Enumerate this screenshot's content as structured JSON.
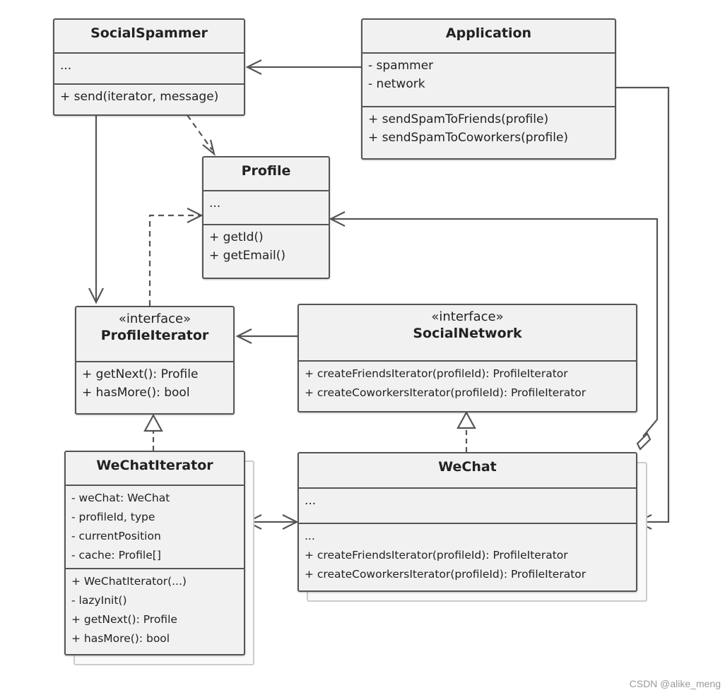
{
  "classes": {
    "social_spammer": {
      "name": "SocialSpammer",
      "fields": [
        "..."
      ],
      "methods": [
        "+ send(iterator, message)"
      ]
    },
    "application": {
      "name": "Application",
      "fields": [
        "- spammer",
        "- network"
      ],
      "methods": [
        "+ sendSpamToFriends(profile)",
        "+ sendSpamToCoworkers(profile)"
      ]
    },
    "profile": {
      "name": "Profile",
      "fields": [
        "..."
      ],
      "methods": [
        "+ getId()",
        "+ getEmail()"
      ]
    },
    "profile_iterator": {
      "stereotype": "«interface»",
      "name": "ProfileIterator",
      "methods": [
        "+ getNext(): Profile",
        "+ hasMore(): bool"
      ]
    },
    "social_network": {
      "stereotype": "«interface»",
      "name": "SocialNetwork",
      "methods": [
        "+ createFriendsIterator(profileId): ProfileIterator",
        "+ createCoworkersIterator(profileId): ProfileIterator"
      ]
    },
    "wechat_iterator": {
      "name": "WeChatIterator",
      "fields": [
        "- weChat: WeChat",
        "- profileId, type",
        "- currentPosition",
        "- cache: Profile[]"
      ],
      "methods": [
        "+ WeChatIterator(...)",
        "-  lazyInit()",
        "+ getNext(): Profile",
        "+ hasMore(): bool"
      ]
    },
    "wechat": {
      "name": "WeChat",
      "fields": [
        "..."
      ],
      "methods": [
        "...",
        "+ createFriendsIterator(profileId): ProfileIterator",
        "+ createCoworkersIterator(profileId): ProfileIterator"
      ]
    }
  },
  "watermark": "CSDN @alike_meng",
  "colors": {
    "border": "#555555",
    "fill": "#f1f1f1",
    "shadow_border": "#cccccc"
  }
}
